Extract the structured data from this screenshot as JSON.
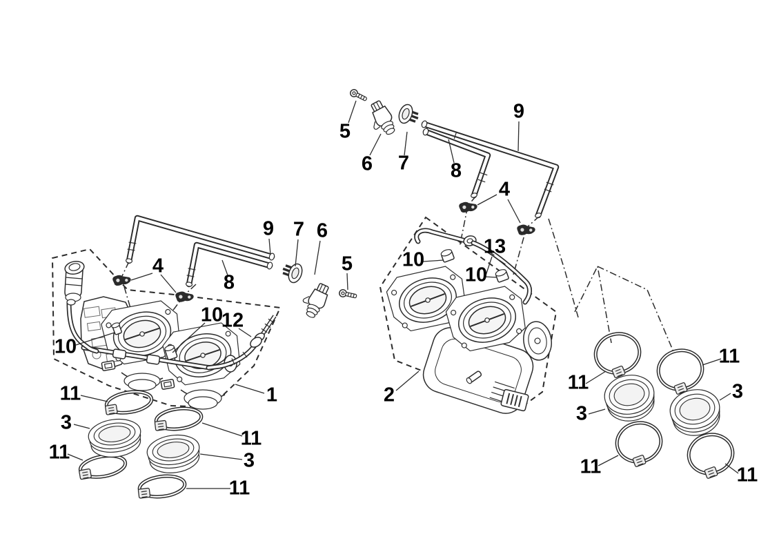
{
  "diagram": {
    "type": "exploded-parts-diagram",
    "subject": "throttle-body-assembly",
    "background_color": "#ffffff",
    "line_color": "#2b2b2b",
    "label_color": "#000000",
    "callouts": [
      {
        "label": "5",
        "part": "mounting-screw-top"
      },
      {
        "label": "6",
        "part": "sensor-top"
      },
      {
        "label": "7",
        "part": "sensor-plug-top"
      },
      {
        "label": "8",
        "part": "fuel-pipe-short-top"
      },
      {
        "label": "9",
        "part": "fuel-pipe-long-top"
      },
      {
        "label": "4",
        "part": "pipe-retaining-clips-right"
      },
      {
        "label": "9",
        "part": "fuel-pipe-long-left"
      },
      {
        "label": "7",
        "part": "sensor-plug-left"
      },
      {
        "label": "6",
        "part": "sensor-left"
      },
      {
        "label": "5",
        "part": "mounting-screw-left"
      },
      {
        "label": "8",
        "part": "fuel-pipe-short-left"
      },
      {
        "label": "4",
        "part": "pipe-retaining-clips-left"
      },
      {
        "label": "10",
        "part": "injector-rear-left-assembly"
      },
      {
        "label": "10",
        "part": "injector-front-left-assembly"
      },
      {
        "label": "12",
        "part": "fuel-fitting"
      },
      {
        "label": "1",
        "part": "throttle-body-assembly-1"
      },
      {
        "label": "11",
        "part": "hose-clamp"
      },
      {
        "label": "3",
        "part": "intake-sleeve"
      },
      {
        "label": "11",
        "part": "hose-clamp"
      },
      {
        "label": "11",
        "part": "hose-clamp"
      },
      {
        "label": "3",
        "part": "intake-sleeve"
      },
      {
        "label": "11",
        "part": "hose-clamp"
      },
      {
        "label": "2",
        "part": "throttle-body-assembly-2"
      },
      {
        "label": "10",
        "part": "injector-left-right-assembly"
      },
      {
        "label": "10",
        "part": "injector-right-right-assembly"
      },
      {
        "label": "13",
        "part": "fuel-hose"
      },
      {
        "label": "11",
        "part": "hose-clamp"
      },
      {
        "label": "3",
        "part": "intake-sleeve"
      },
      {
        "label": "11",
        "part": "hose-clamp"
      },
      {
        "label": "11",
        "part": "hose-clamp"
      },
      {
        "label": "3",
        "part": "intake-sleeve"
      },
      {
        "label": "11",
        "part": "hose-clamp"
      }
    ]
  }
}
